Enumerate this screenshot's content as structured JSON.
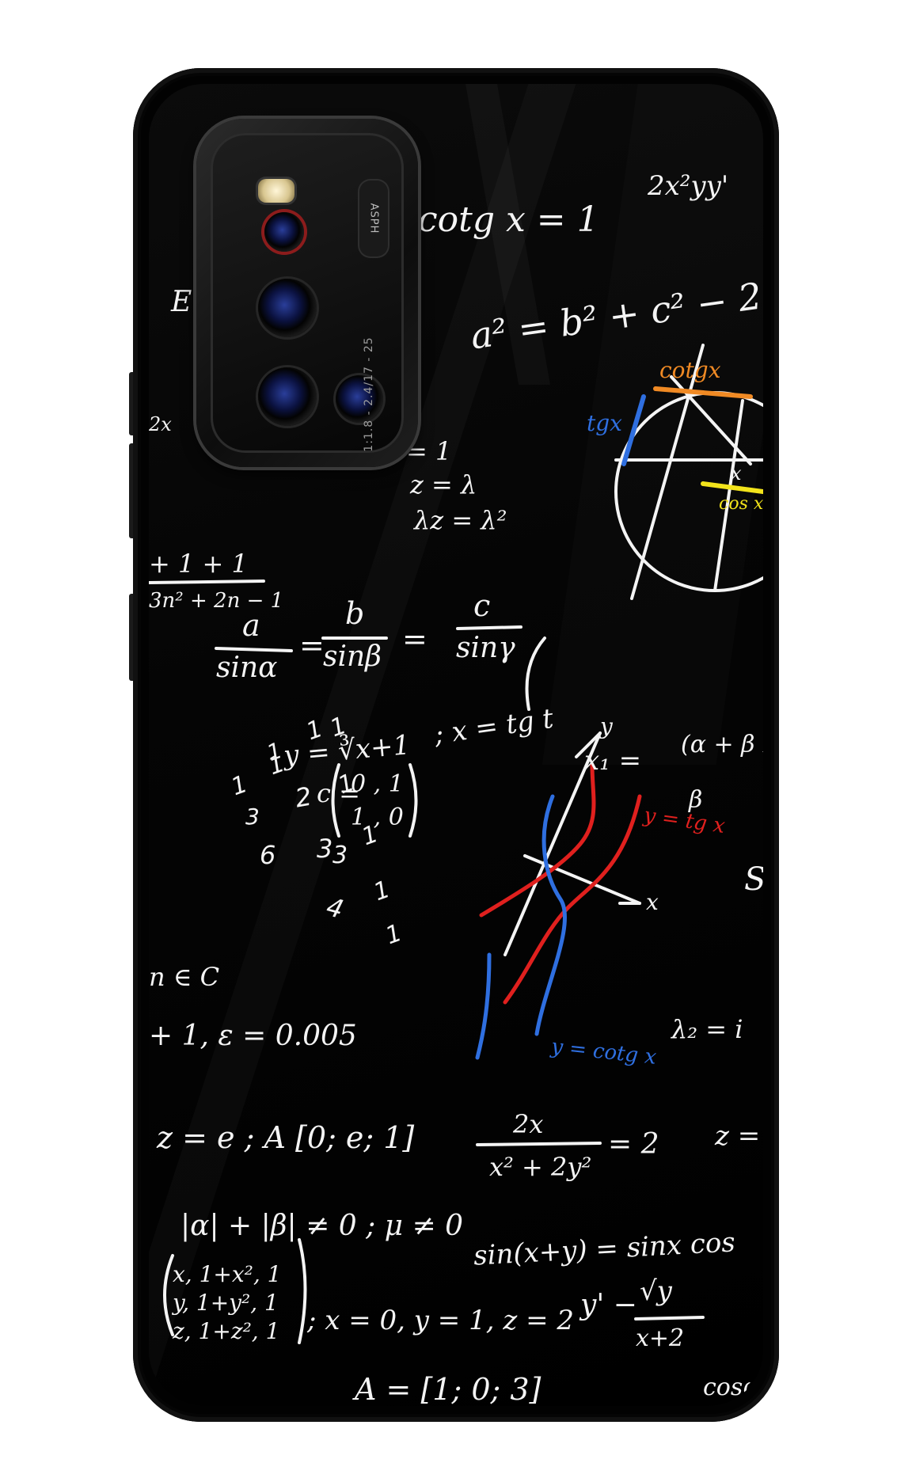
{
  "camera": {
    "badge": "ASPH",
    "spec": "1:1.8 - 2.4/17 - 25"
  },
  "formulas": {
    "cotg": "cotg x = 1",
    "top_right": "2x²yy'",
    "pythag": "a² = b² + c² − 2",
    "eq1": "= 1",
    "eq2": "z = λ",
    "eq3": "λz = λ²",
    "series1": "+ 1 + 1",
    "series2": "3n² + 2n − 1",
    "sine_rule_a": "a",
    "sine_rule_sina": "sinα",
    "sine_rule_b": "b",
    "sine_rule_sinb": "sinβ",
    "sine_rule_c": "c",
    "sine_rule_sing": "sinγ",
    "cube_root": "y = ∛x+1",
    "tgt": "; x = tg t",
    "x1": "x₁ =",
    "alpha_beta": "(α + β x",
    "beta": "β",
    "matrix_c": "c = (0, 1 / 1, 0)",
    "ec": "n ∈ C",
    "epsilon": "+ 1, ε = 0.005",
    "lambda_i": "λ₂ = i",
    "z_e": "z = e ; A [0; e; 1]",
    "frac_num": "2x",
    "frac_den": "x² + 2y²",
    "frac_eq": "= 2",
    "z_right": "z =",
    "abs_ineq": "|α| + |β| ≠ 0 ; μ ≠ 0",
    "sin_sum": "sin(x+y) = sinx cos",
    "yprime": "y' −",
    "sqrt_y": "√y",
    "x_plus_2": "x+2",
    "matrix_big_r1": "x, 1+x², 1",
    "matrix_big_r2": "y, 1+y², 1",
    "matrix_big_r3": "z, 1+z², 1",
    "xyz": "; x = 0, y = 1, z = 2",
    "a_vec": "A = [1; 0; 3]",
    "cosp": "cosφ",
    "s_right": "S",
    "e_left": "E",
    "two_x_left": "2x"
  },
  "circle_labels": {
    "cotgx": "cotgx",
    "tgx": "tgx",
    "cosx": "cos x",
    "x": "x"
  },
  "graph_labels": {
    "y_axis": "y",
    "x_axis": "x",
    "tg": "y = tg x",
    "cotg": "y = cotg x"
  },
  "numbers": [
    "1",
    "1",
    "1",
    "1",
    "2",
    "1",
    "3",
    "3",
    "1",
    "6",
    "3",
    "1",
    "4",
    "1",
    "1"
  ],
  "colors": {
    "chalk": "#f4f4f4",
    "orange": "#f08a24",
    "blue": "#2f6fe0",
    "yellow": "#f2e31b",
    "red": "#e0201e",
    "case": "#020202"
  }
}
